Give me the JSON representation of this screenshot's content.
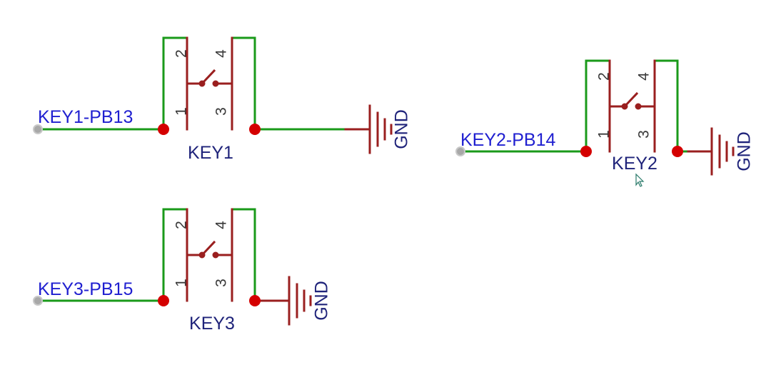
{
  "diagram": {
    "colors": {
      "wire": "#1a9a1a",
      "component": "#9a1f1f",
      "junction": "#d40000",
      "net_label": "#1f1fd0",
      "ref_label": "#1f237a"
    },
    "switches": [
      {
        "ref": "KEY1",
        "net_label": "KEY1-PB13",
        "ground_label": "GND",
        "pins": {
          "top_left": "2",
          "bottom_left": "1",
          "top_right": "4",
          "bottom_right": "3"
        }
      },
      {
        "ref": "KEY2",
        "net_label": "KEY2-PB14",
        "ground_label": "GND",
        "pins": {
          "top_left": "2",
          "bottom_left": "1",
          "top_right": "4",
          "bottom_right": "3"
        }
      },
      {
        "ref": "KEY3",
        "net_label": "KEY3-PB15",
        "ground_label": "GND",
        "pins": {
          "top_left": "2",
          "bottom_left": "1",
          "top_right": "4",
          "bottom_right": "3"
        }
      }
    ],
    "cursor_icon": "mouse-pointer-icon"
  }
}
